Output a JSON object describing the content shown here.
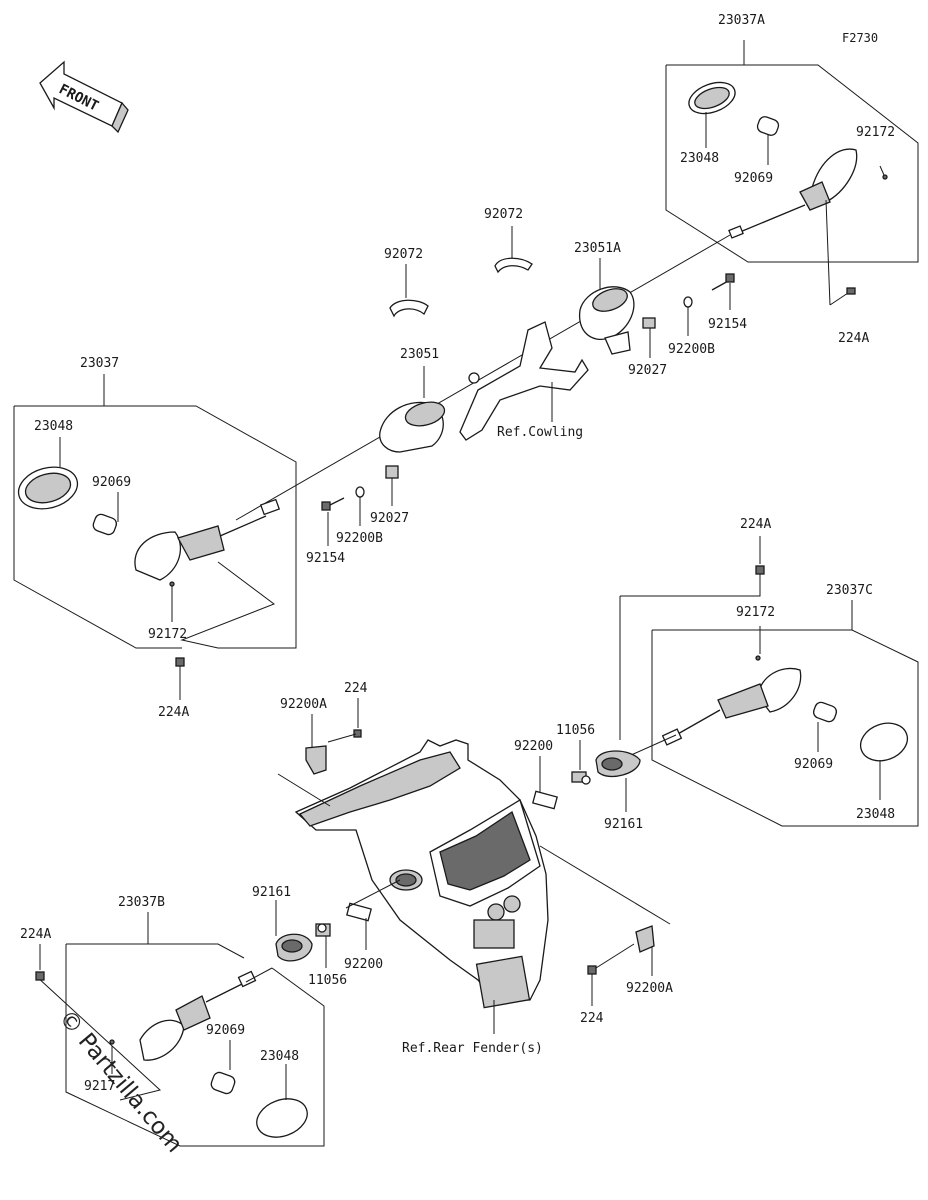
{
  "figure_code": "F2730",
  "front_label": "FRONT",
  "watermark": "© Partzilla.com",
  "labels": {
    "a_23037A": "23037A",
    "a_23048": "23048",
    "a_92069": "92069",
    "a_92172": "92172",
    "a_224A": "224A",
    "a_92154": "92154",
    "a_92200B": "92200B",
    "a_92027": "92027",
    "a_23051A": "23051A",
    "a_92072_l": "92072",
    "a_92072_r": "92072",
    "ref_cowling": "Ref.Cowling",
    "b_23051": "23051",
    "b_23037": "23037",
    "b_23048": "23048",
    "b_92069": "92069",
    "b_92154": "92154",
    "b_92200B": "92200B",
    "b_92027": "92027",
    "b_92172": "92172",
    "b_224A": "224A",
    "c_224A": "224A",
    "c_23037C": "23037C",
    "c_92172": "92172",
    "c_92069": "92069",
    "c_23048": "23048",
    "c_92161": "92161",
    "c_11056": "11056",
    "c_92200": "92200",
    "f_224": "224",
    "f_92200A": "92200A",
    "f_92200A_r": "92200A",
    "f_224_r": "224",
    "ref_rear_fender": "Ref.Rear Fender(s)",
    "d_23037B": "23037B",
    "d_224A": "224A",
    "d_92161": "92161",
    "d_11056": "11056",
    "d_92200": "92200",
    "d_92069": "92069",
    "d_23048": "23048",
    "d_9217": "9217"
  }
}
